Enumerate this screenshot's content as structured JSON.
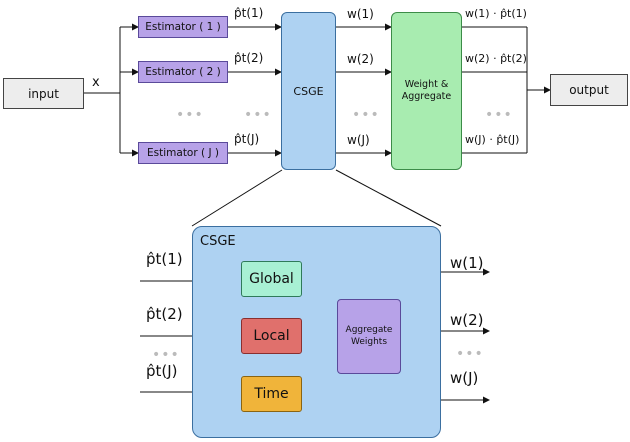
{
  "top": {
    "input_label": "input",
    "output_label": "output",
    "x_label": "x",
    "estimators": [
      "Estimator ( 1 )",
      "Estimator ( 2 )",
      "Estimator ( J )"
    ],
    "p_labels": [
      "p̂t(1)",
      "p̂t(2)",
      "p̂t(J)"
    ],
    "csge_label": "CSGE",
    "w_labels": [
      "w(1)",
      "w(2)",
      "w(J)"
    ],
    "weight_aggregate": "Weight & Aggregate",
    "wp_labels": [
      "w(1) · p̂t(1)",
      "w(2) · p̂t(2)",
      "w(J) · p̂t(J)"
    ],
    "ellipsis": "•••"
  },
  "detail": {
    "title": "CSGE",
    "inputs": [
      "p̂t(1)",
      "p̂t(2)",
      "p̂t(J)"
    ],
    "modules": [
      "Global",
      "Local",
      "Time"
    ],
    "aggregate_label": "Aggregate Weights",
    "outputs": [
      "w(1)",
      "w(2)",
      "w(J)"
    ],
    "ellipsis": "•••"
  }
}
